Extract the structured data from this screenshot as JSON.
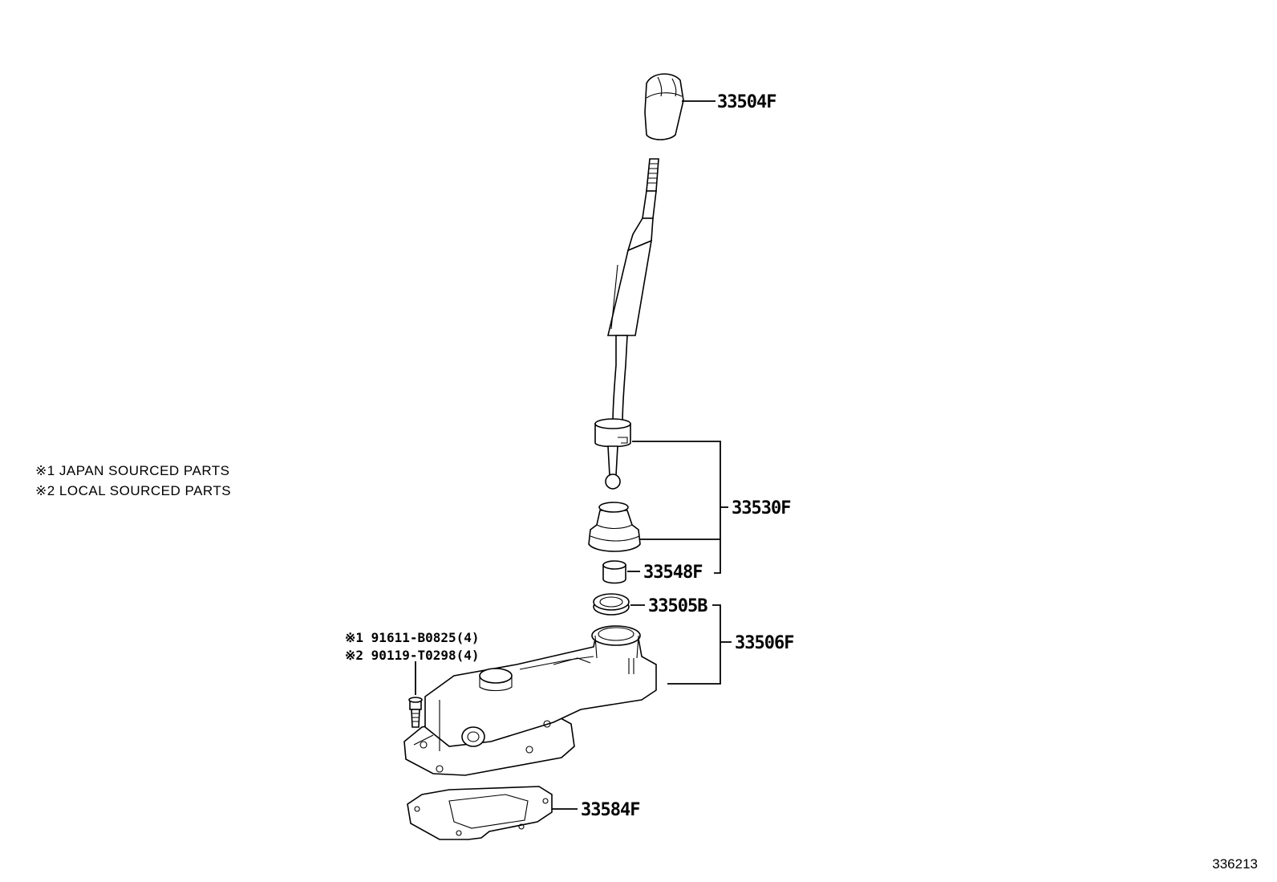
{
  "notes": [
    "※1 JAPAN SOURCED PARTS",
    "※2 LOCAL SOURCED PARTS"
  ],
  "parts": {
    "knob": "33504F",
    "lever_assy": "33530F",
    "bushing": "33548F",
    "seal": "33505B",
    "retainer": "33506F",
    "gasket": "33584F"
  },
  "fasteners": [
    "※1 91611-B0825(4)",
    "※2 90119-T0298(4)"
  ],
  "diagram_id": "336213"
}
